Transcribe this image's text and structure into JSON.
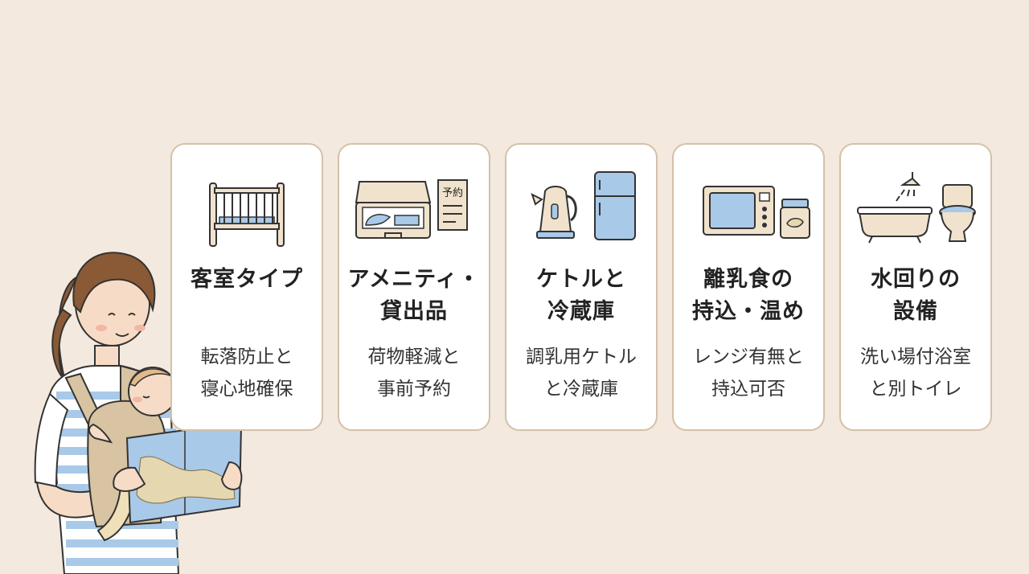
{
  "cards": [
    {
      "icon": "crib-icon",
      "title": [
        "客室タイプ"
      ],
      "desc": [
        "転落防止と",
        "寝心地確保"
      ]
    },
    {
      "icon": "suitcase-icon",
      "icon_label": "予約",
      "title": [
        "アメニティ・",
        "貸出品"
      ],
      "desc": [
        "荷物軽減と",
        "事前予約"
      ]
    },
    {
      "icon": "kettle-fridge-icon",
      "title": [
        "ケトルと",
        "冷蔵庫"
      ],
      "desc": [
        "調乳用ケトル",
        "と冷蔵庫"
      ]
    },
    {
      "icon": "microwave-jar-icon",
      "title": [
        "離乳食の",
        "持込・温め"
      ],
      "desc": [
        "レンジ有無と",
        "持込可否"
      ]
    },
    {
      "icon": "bath-toilet-icon",
      "title": [
        "水回りの",
        "設備"
      ],
      "desc": [
        "洗い場付浴室",
        "と別トイレ"
      ]
    }
  ],
  "colors": {
    "background": "#f3e9de",
    "card_border": "#d4c1a8",
    "accent_blue": "#a9c9e8",
    "beige": "#f0e2cc"
  }
}
